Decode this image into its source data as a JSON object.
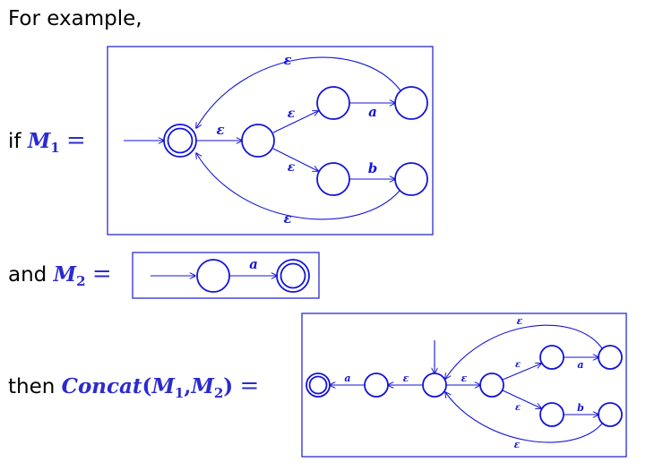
{
  "intro": "For example,",
  "lines": {
    "m1": {
      "prefix": "if",
      "sym": "M",
      "sub": "1",
      "eq": "="
    },
    "m2": {
      "prefix": "and",
      "sym": "M",
      "sub": "2",
      "eq": "="
    },
    "concat": {
      "prefix": "then",
      "func": "Concat",
      "open": "(",
      "a": "M",
      "asub": "1",
      "comma": ",",
      "b": "M",
      "bsub": "2",
      "close": ")",
      "eq": "="
    }
  },
  "labels": {
    "epsilon": "ε",
    "a": "a",
    "b": "b"
  },
  "colors": {
    "ink": "#1414d6",
    "box": "#2b2bcf",
    "math": "#2b2bcf"
  }
}
